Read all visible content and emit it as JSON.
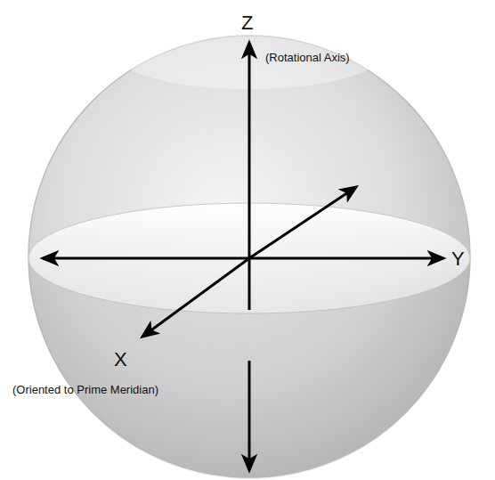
{
  "diagram": {
    "labels": [
      "Z",
      "(Rotational Axis)",
      "Y",
      "X",
      "(Oriented to Prime Meridian)"
    ]
  }
}
